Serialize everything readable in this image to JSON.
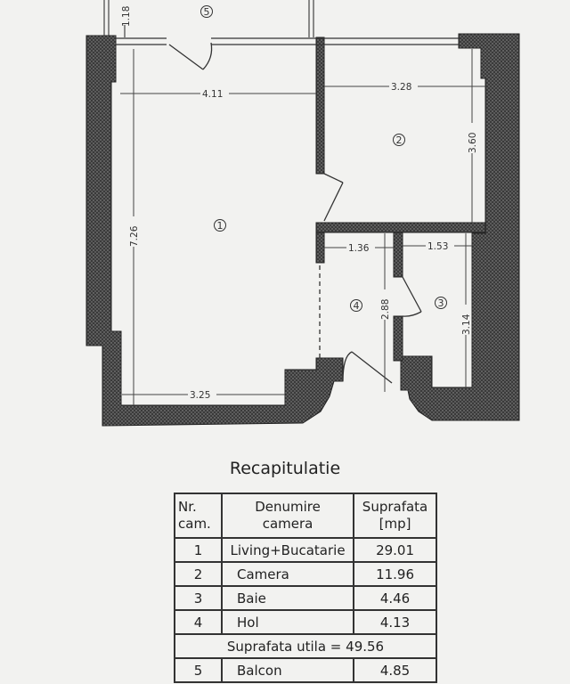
{
  "plan": {
    "rooms": [
      "1",
      "2",
      "3",
      "4",
      "5"
    ],
    "dimensions": {
      "balcony_depth": "1.18",
      "living_width": "4.11",
      "room2_width": "3.28",
      "room2_depth": "3.60",
      "living_depth": "7.26",
      "hall_width": "1.36",
      "bath_width": "1.53",
      "hall_depth": "2.88",
      "bath_depth": "3.14",
      "living_bottom_width": "3.25"
    },
    "wall_color": "#3a3a3a"
  },
  "summary": {
    "title": "Recapitulatie",
    "headers": {
      "nr_1": "Nr.",
      "nr_2": "cam.",
      "name_1": "Denumire",
      "name_2": "camera",
      "area_1": "Suprafata",
      "area_2": "[mp]"
    },
    "rows": [
      {
        "nr": "1",
        "name": "Living+Bucatarie",
        "area": "29.01"
      },
      {
        "nr": "2",
        "name": "Camera",
        "area": "11.96"
      },
      {
        "nr": "3",
        "name": "Baie",
        "area": "4.46"
      },
      {
        "nr": "4",
        "name": "Hol",
        "area": "4.13"
      }
    ],
    "useful_area": "Suprafata utila = 49.56",
    "balcony": {
      "nr": "5",
      "name": "Balcon",
      "area": "4.85"
    }
  }
}
